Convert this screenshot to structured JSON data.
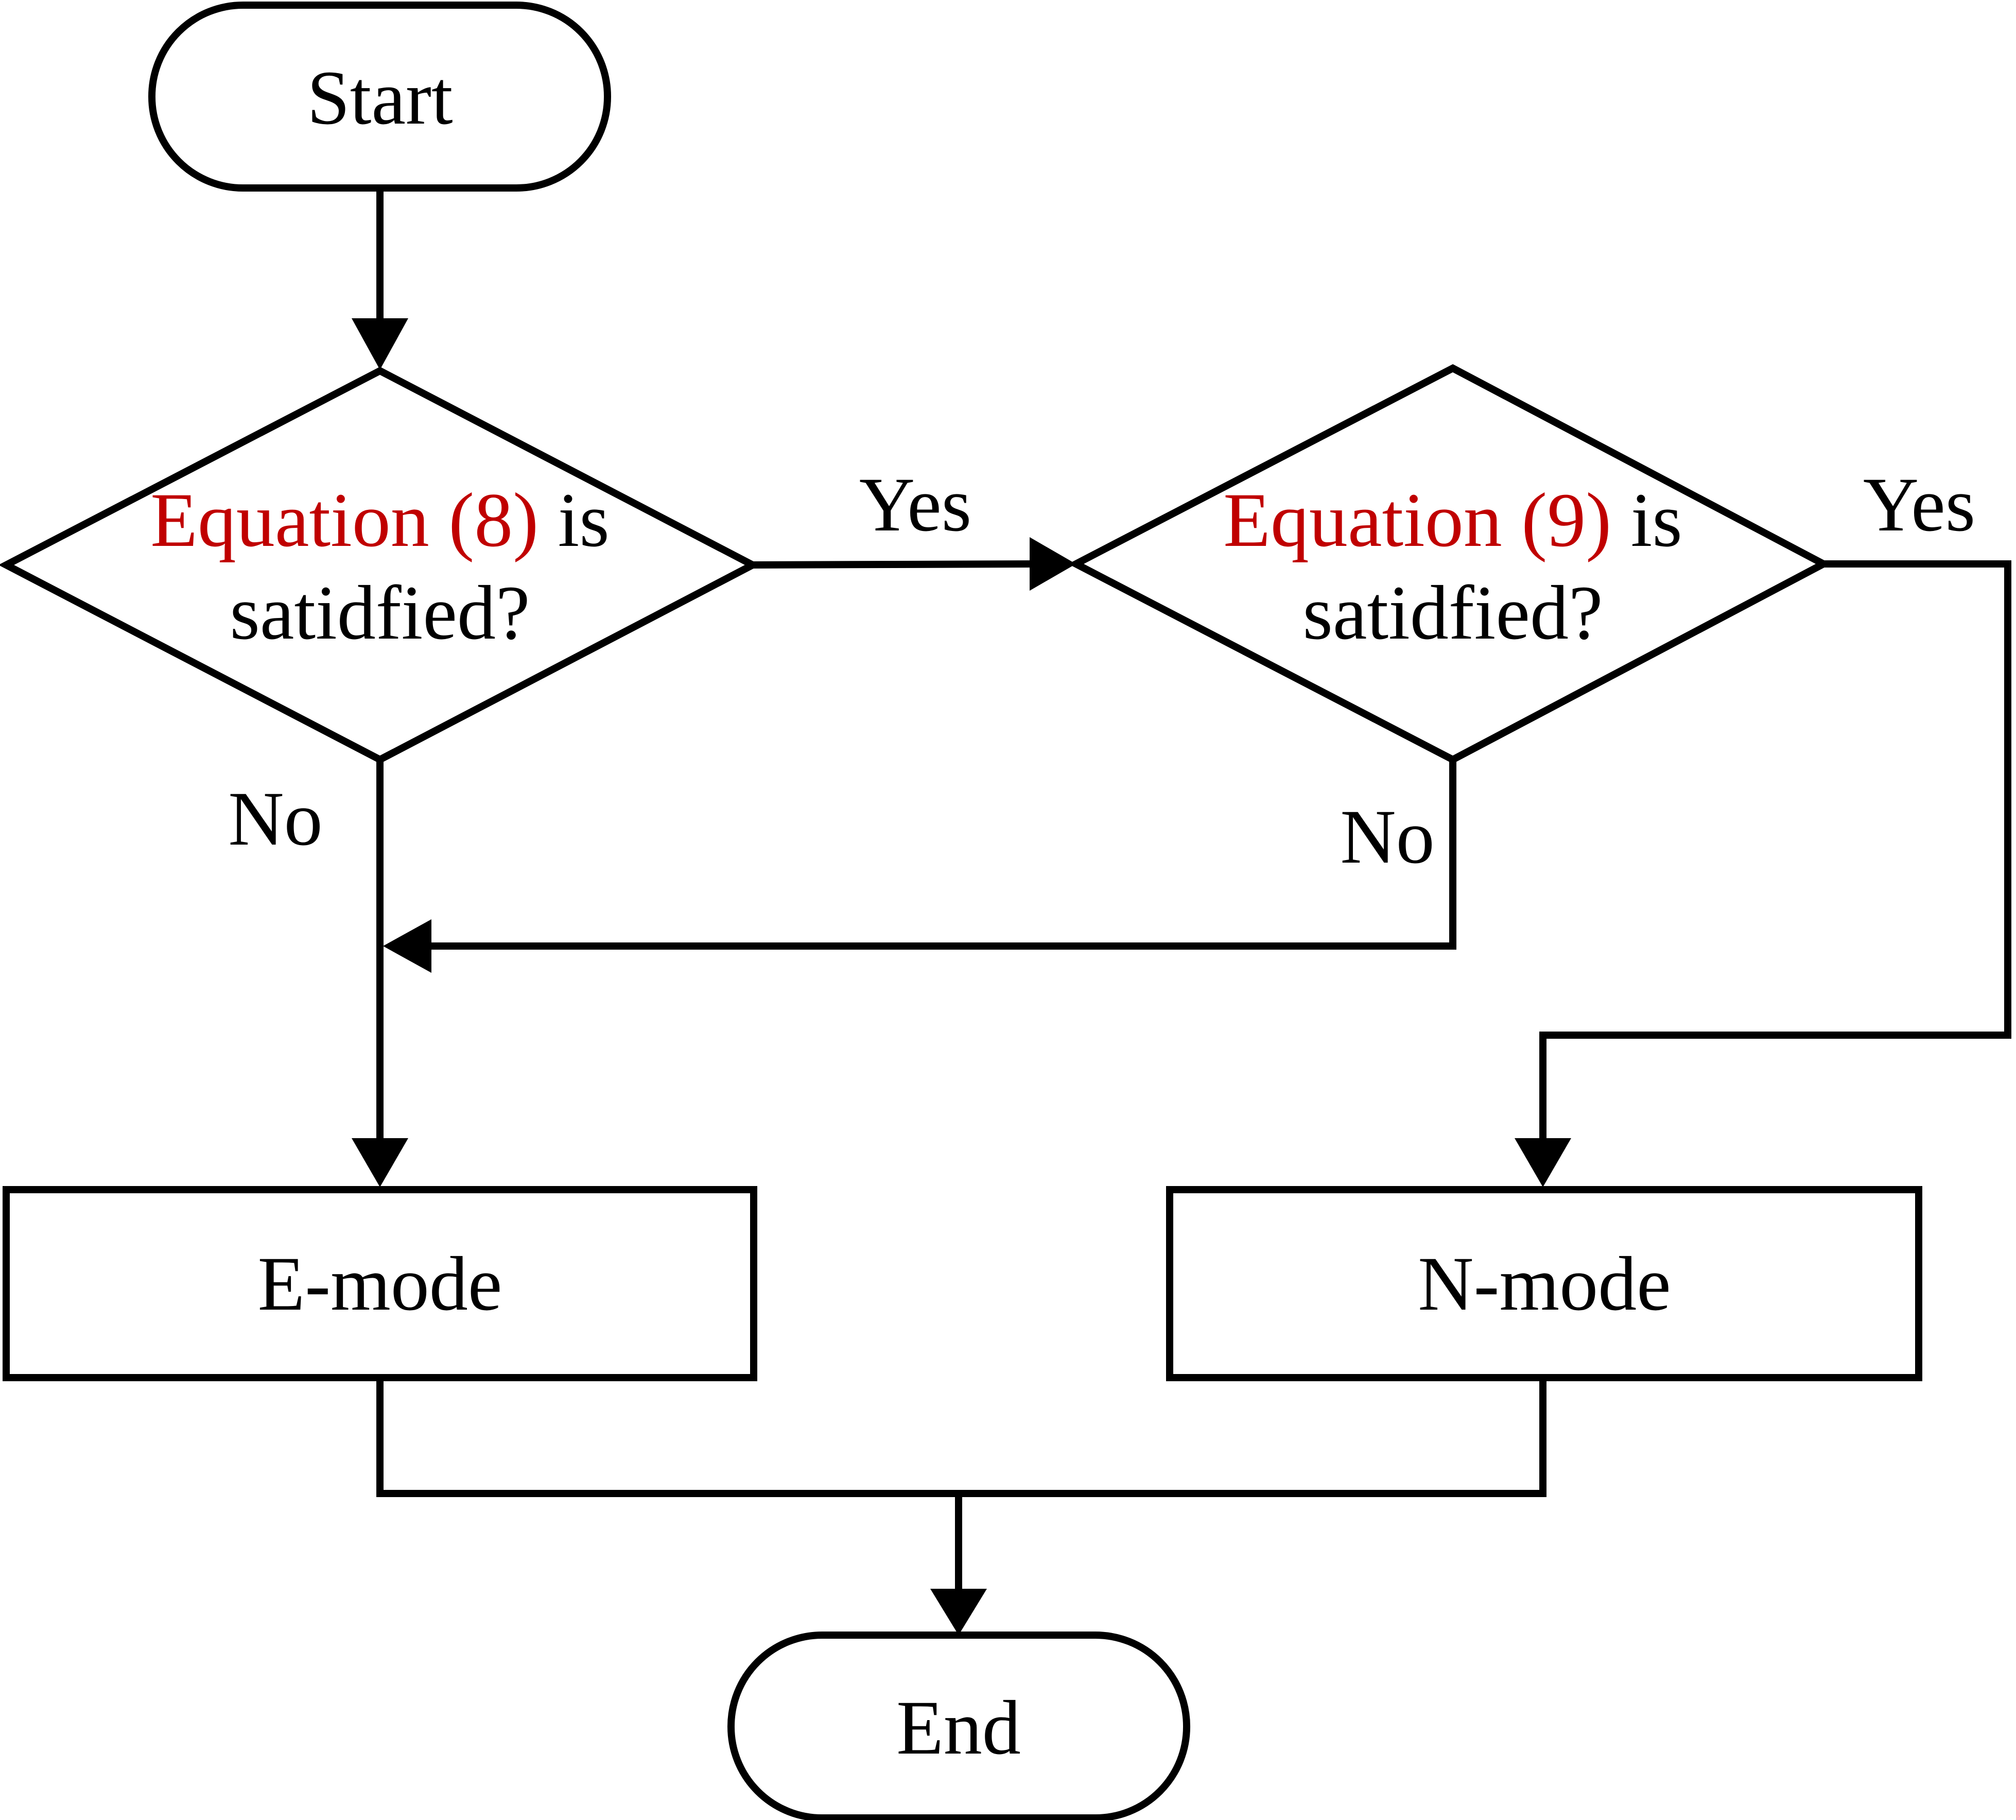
{
  "nodes": {
    "start": {
      "label": "Start"
    },
    "decision_1": {
      "ref": "Equation (8)",
      "line1_suffix": " is",
      "line2": "satidfied?"
    },
    "decision_2": {
      "ref": "Equation (9)",
      "line1_suffix": " is",
      "line2": "satidfied?"
    },
    "e_mode": {
      "label": "E-mode"
    },
    "n_mode": {
      "label": "N-mode"
    },
    "end": {
      "label": "End"
    }
  },
  "edge_labels": {
    "d1_yes": "Yes",
    "d1_no": "No",
    "d2_yes": "Yes",
    "d2_no": "No"
  },
  "colors": {
    "stroke": "#000000",
    "equation_ref": "#c00000",
    "background": "#ffffff"
  }
}
